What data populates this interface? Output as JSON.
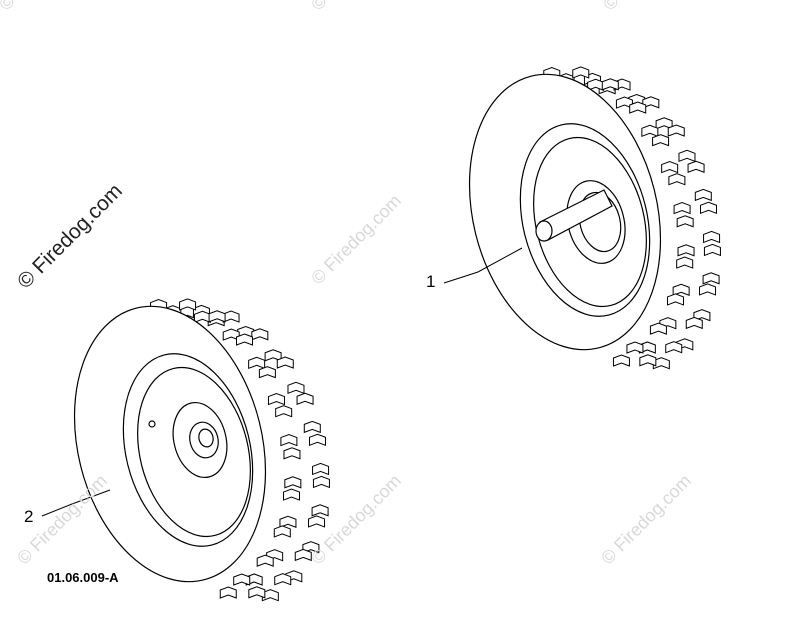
{
  "diagram": {
    "figure_code": "01.06.009-A",
    "callouts": {
      "wheel_1": "1",
      "wheel_2": "2"
    },
    "watermarks": {
      "main": "© Firedog.com",
      "faint": "© Firedog.com"
    }
  }
}
